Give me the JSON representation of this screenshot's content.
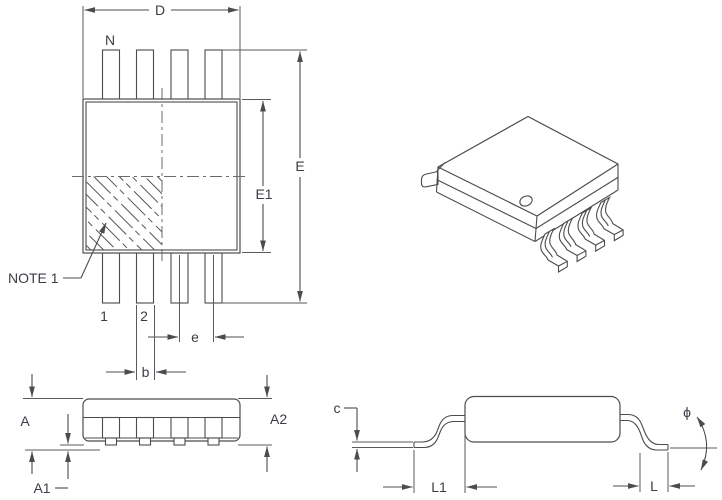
{
  "drawing": {
    "kind": "ic-package-outline-drawing",
    "colors": {
      "background": "#ffffff",
      "line": "#4c4c50",
      "text": "#3c3c46"
    },
    "views": {
      "top": {
        "labels": {
          "d": "D",
          "n": "N",
          "e_overall": "E",
          "e1": "E1",
          "note1": "NOTE 1",
          "pin1": "1",
          "pin2": "2",
          "pitch": "e",
          "lead_width": "b"
        }
      },
      "isometric": {
        "labels": {}
      },
      "side": {
        "labels": {
          "a": "A",
          "a1": "A1",
          "a2": "A2"
        }
      },
      "profile": {
        "labels": {
          "c": "c",
          "phi": "ϕ",
          "l1": "L1",
          "l": "L"
        }
      }
    }
  }
}
